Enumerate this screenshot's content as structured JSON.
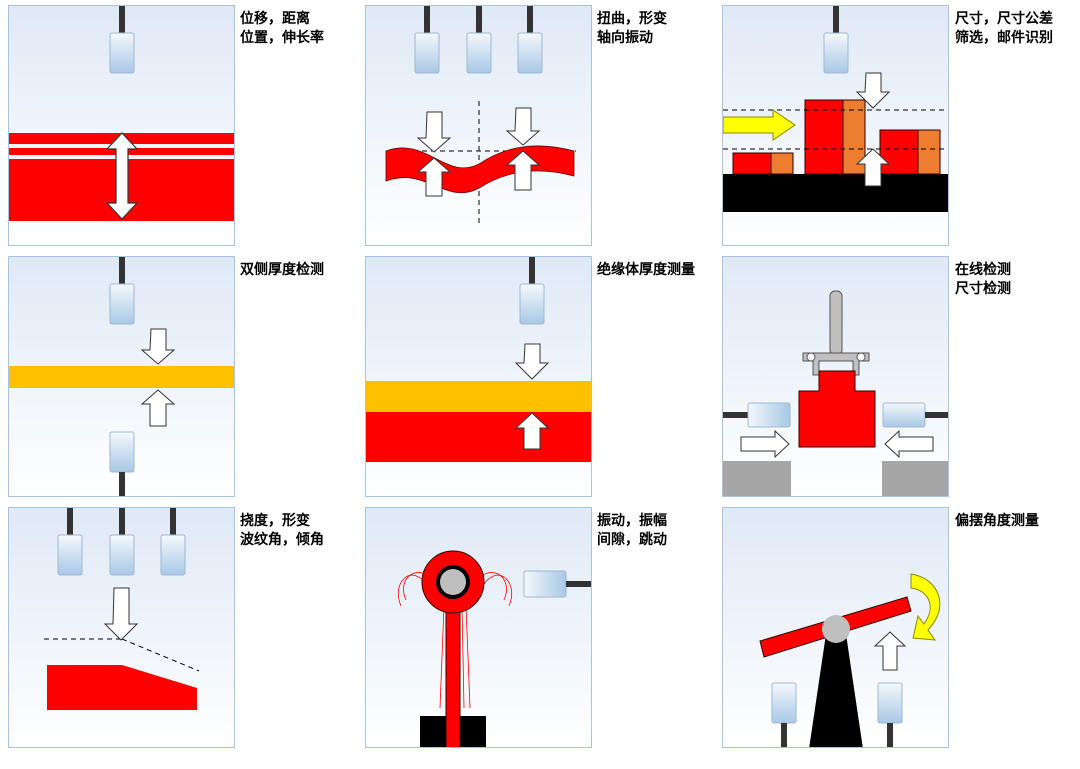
{
  "panels": [
    {
      "id": "displacement",
      "lines": [
        "位移，距离",
        "位置，伸长率"
      ]
    },
    {
      "id": "torsion",
      "lines": [
        "扭曲，形变",
        "轴向振动"
      ]
    },
    {
      "id": "dimension",
      "lines": [
        "尺寸，尺寸公差",
        "筛选，邮件识别"
      ]
    },
    {
      "id": "double-thickness",
      "lines": [
        "双侧厚度检测"
      ]
    },
    {
      "id": "insulator-thickness",
      "lines": [
        "绝缘体厚度测量"
      ]
    },
    {
      "id": "online-inspection",
      "lines": [
        "在线检测",
        "尺寸检测"
      ]
    },
    {
      "id": "deflection",
      "lines": [
        "挠度，形变",
        "波纹角，倾角"
      ]
    },
    {
      "id": "vibration",
      "lines": [
        "振动，振幅",
        "间隙，跳动"
      ]
    },
    {
      "id": "swing-angle",
      "lines": [
        "偏摆角度测量"
      ]
    }
  ],
  "colors": {
    "red": "#ff0000",
    "yellow": "#ffc000",
    "orange": "#ed7d31",
    "black": "#000000",
    "gray": "#a6a6a6"
  }
}
